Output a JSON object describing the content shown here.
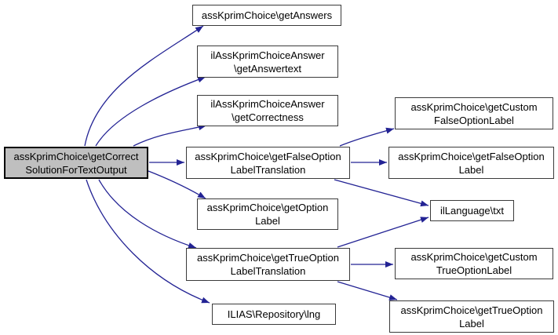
{
  "diagram": {
    "type": "call-graph",
    "colors": {
      "edge": "#232394",
      "node_border": "#3b3b3b",
      "node_fill": "#ffffff",
      "root_fill": "#bfbfbf",
      "root_border": "#000000",
      "background": "#ffffff"
    },
    "nodes": [
      {
        "id": "root",
        "label": "assKprimChoice\\getCorrect\nSolutionForTextOutput",
        "is_root": true
      },
      {
        "id": "get-answers",
        "label": "assKprimChoice\\getAnswers"
      },
      {
        "id": "get-answertext",
        "label": "ilAssKprimChoiceAnswer\n\\getAnswertext"
      },
      {
        "id": "get-correctness",
        "label": "ilAssKprimChoiceAnswer\n\\getCorrectness"
      },
      {
        "id": "get-false-option-label-translation",
        "label": "assKprimChoice\\getFalseOption\nLabelTranslation"
      },
      {
        "id": "get-option-label",
        "label": "assKprimChoice\\getOption\nLabel"
      },
      {
        "id": "get-true-option-label-translation",
        "label": "assKprimChoice\\getTrueOption\nLabelTranslation"
      },
      {
        "id": "lng",
        "label": "ILIAS\\Repository\\lng"
      },
      {
        "id": "get-custom-false-option-label",
        "label": "assKprimChoice\\getCustom\nFalseOptionLabel"
      },
      {
        "id": "get-false-option-label",
        "label": "assKprimChoice\\getFalseOption\nLabel"
      },
      {
        "id": "txt",
        "label": "ilLanguage\\txt"
      },
      {
        "id": "get-custom-true-option-label",
        "label": "assKprimChoice\\getCustom\nTrueOptionLabel"
      },
      {
        "id": "get-true-option-label",
        "label": "assKprimChoice\\getTrueOption\nLabel"
      }
    ],
    "edges": [
      {
        "from": "root",
        "to": "get-answers"
      },
      {
        "from": "root",
        "to": "get-answertext"
      },
      {
        "from": "root",
        "to": "get-correctness"
      },
      {
        "from": "root",
        "to": "get-false-option-label-translation"
      },
      {
        "from": "root",
        "to": "get-option-label"
      },
      {
        "from": "root",
        "to": "get-true-option-label-translation"
      },
      {
        "from": "root",
        "to": "lng"
      },
      {
        "from": "get-false-option-label-translation",
        "to": "get-custom-false-option-label"
      },
      {
        "from": "get-false-option-label-translation",
        "to": "get-false-option-label"
      },
      {
        "from": "get-false-option-label-translation",
        "to": "txt"
      },
      {
        "from": "get-true-option-label-translation",
        "to": "txt"
      },
      {
        "from": "get-true-option-label-translation",
        "to": "get-custom-true-option-label"
      },
      {
        "from": "get-true-option-label-translation",
        "to": "get-true-option-label"
      }
    ]
  }
}
